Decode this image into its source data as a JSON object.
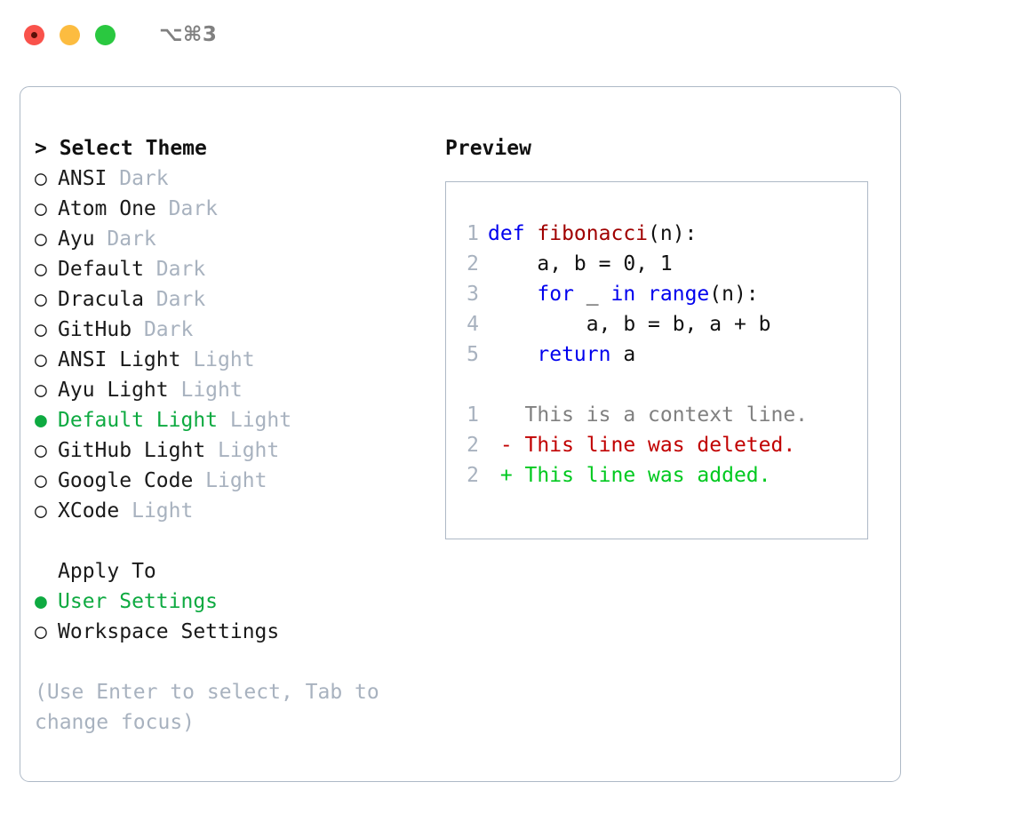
{
  "titlebar": {
    "shortcut": "⌥⌘3",
    "buttons": [
      "close",
      "minimize",
      "maximize"
    ]
  },
  "theme_picker": {
    "header": "> Select Theme",
    "items": [
      {
        "marker": "○",
        "label": "ANSI",
        "suffix": "Dark",
        "selected": false
      },
      {
        "marker": "○",
        "label": "Atom One",
        "suffix": "Dark",
        "selected": false
      },
      {
        "marker": "○",
        "label": "Ayu",
        "suffix": "Dark",
        "selected": false
      },
      {
        "marker": "○",
        "label": "Default",
        "suffix": "Dark",
        "selected": false
      },
      {
        "marker": "○",
        "label": "Dracula",
        "suffix": "Dark",
        "selected": false
      },
      {
        "marker": "○",
        "label": "GitHub",
        "suffix": "Dark",
        "selected": false
      },
      {
        "marker": "○",
        "label": "ANSI Light",
        "suffix": "Light",
        "selected": false
      },
      {
        "marker": "○",
        "label": "Ayu Light",
        "suffix": "Light",
        "selected": false
      },
      {
        "marker": "●",
        "label": "Default Light",
        "suffix": "Light",
        "selected": true
      },
      {
        "marker": "○",
        "label": "GitHub Light",
        "suffix": "Light",
        "selected": false
      },
      {
        "marker": "○",
        "label": "Google Code",
        "suffix": "Light",
        "selected": false
      },
      {
        "marker": "○",
        "label": "XCode",
        "suffix": "Light",
        "selected": false
      }
    ]
  },
  "apply_to": {
    "header": "Apply To",
    "items": [
      {
        "marker": "●",
        "label": "User Settings",
        "suffix": "",
        "selected": true
      },
      {
        "marker": "○",
        "label": "Workspace Settings",
        "suffix": "",
        "selected": false
      }
    ]
  },
  "help": "(Use Enter to select, Tab to\nchange focus)",
  "preview": {
    "title": "Preview",
    "code_lines": [
      {
        "no": "1",
        "tokens": [
          {
            "t": "def ",
            "c": "kw"
          },
          {
            "t": "fibonacci",
            "c": "fn"
          },
          {
            "t": "(n):",
            "c": "plain"
          }
        ]
      },
      {
        "no": "2",
        "tokens": [
          {
            "t": "    a, b = 0, 1",
            "c": "plain"
          }
        ]
      },
      {
        "no": "3",
        "tokens": [
          {
            "t": "    ",
            "c": "plain"
          },
          {
            "t": "for",
            "c": "kw"
          },
          {
            "t": " _ ",
            "c": "plain"
          },
          {
            "t": "in range",
            "c": "kw"
          },
          {
            "t": "(n):",
            "c": "plain"
          }
        ]
      },
      {
        "no": "4",
        "tokens": [
          {
            "t": "        a, b = b, a + b",
            "c": "plain"
          }
        ]
      },
      {
        "no": "5",
        "tokens": [
          {
            "t": "    ",
            "c": "plain"
          },
          {
            "t": "return",
            "c": "kw"
          },
          {
            "t": " a",
            "c": "plain"
          }
        ]
      }
    ],
    "diff_lines": [
      {
        "no": "1",
        "tokens": [
          {
            "t": "   This is a context line.",
            "c": "ctx"
          }
        ]
      },
      {
        "no": "2",
        "tokens": [
          {
            "t": " - This line was deleted.",
            "c": "del"
          }
        ]
      },
      {
        "no": "2",
        "tokens": [
          {
            "t": " + This line was added.",
            "c": "add"
          }
        ]
      }
    ]
  },
  "colors": {
    "accent_green": "#0eaa41",
    "muted_gray": "#a8b2bf",
    "border": "#aeb9c6",
    "keyword_blue": "#0000ee",
    "function_red": "#a00000",
    "diff_delete": "#c10000",
    "diff_add": "#00c91f",
    "traffic_close": "#f9524b",
    "traffic_min": "#fcbc40",
    "traffic_max": "#2ac840"
  }
}
